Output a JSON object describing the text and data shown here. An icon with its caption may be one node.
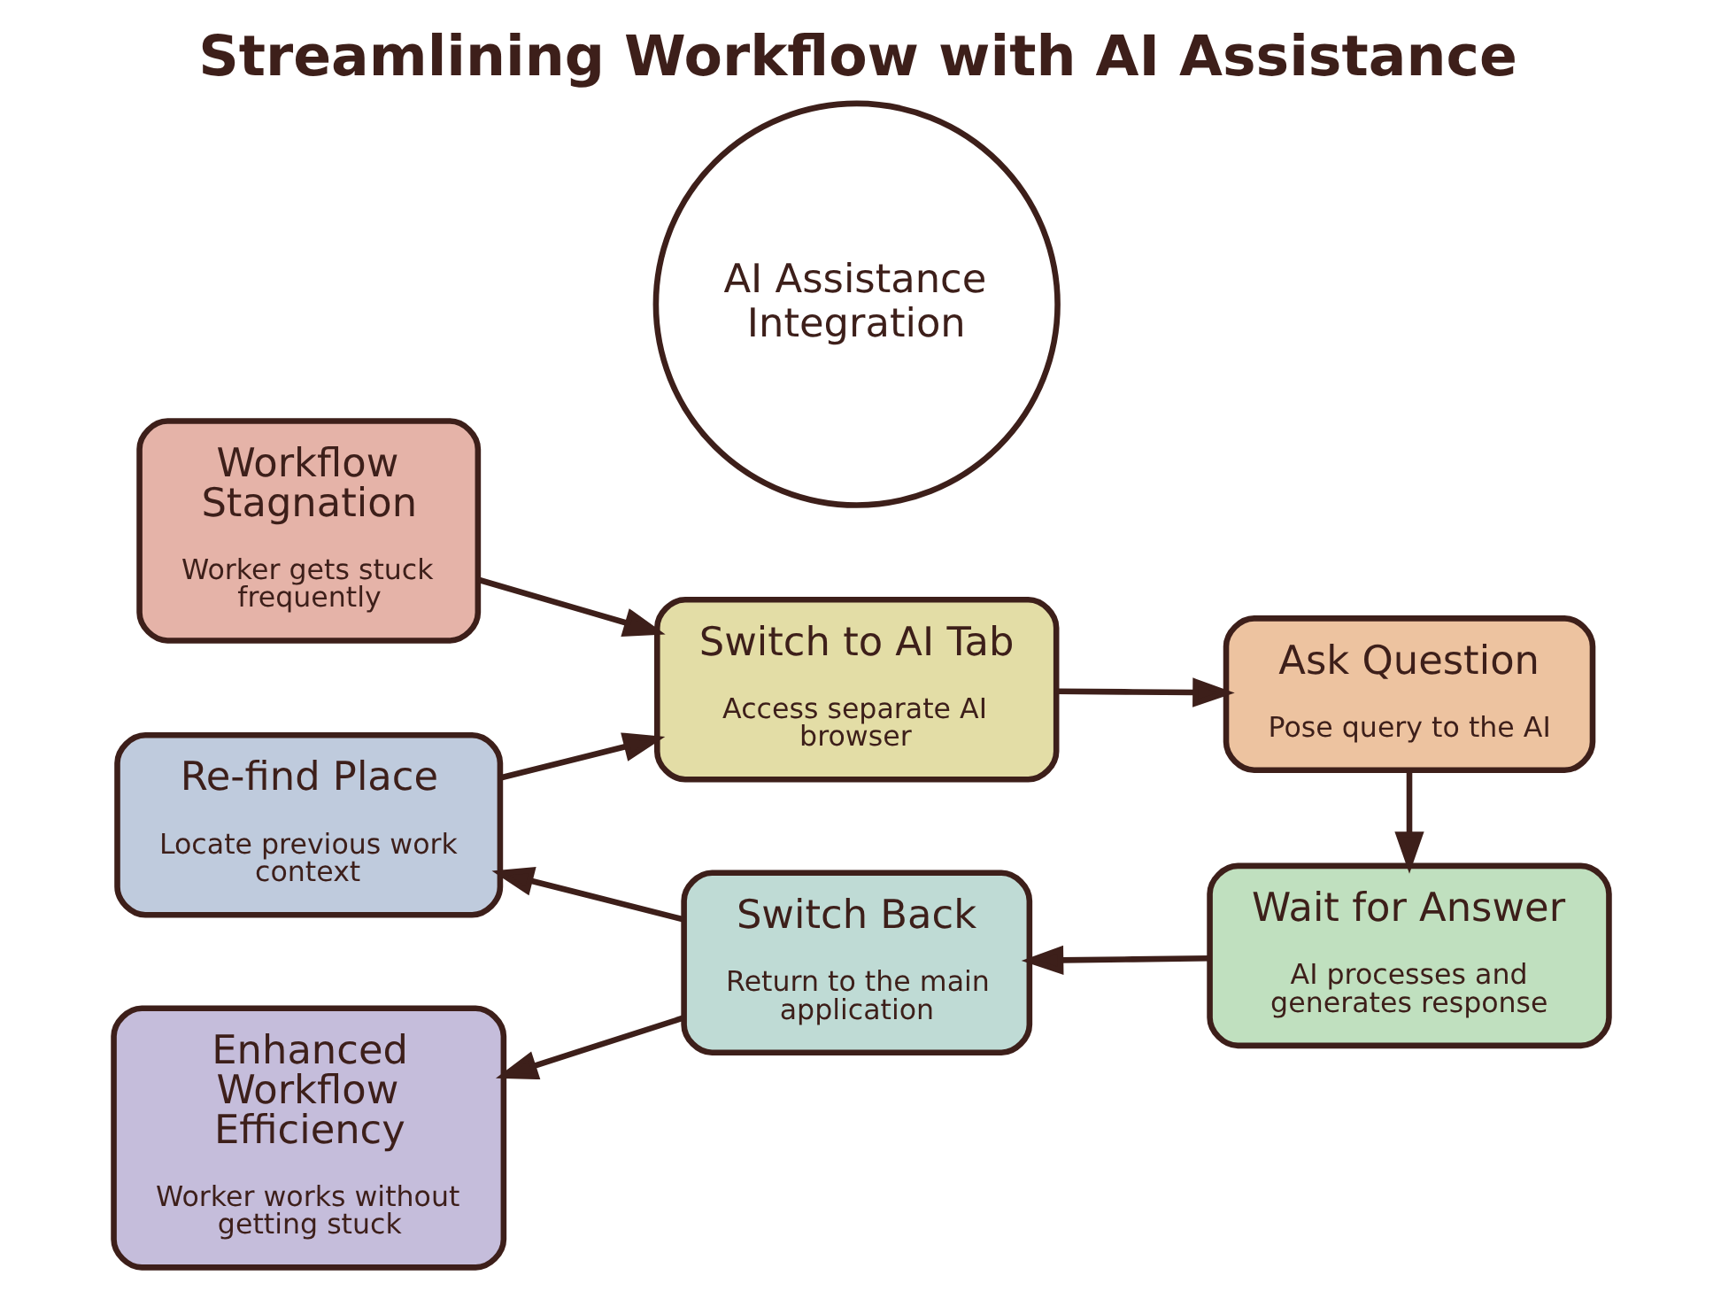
{
  "diagram": {
    "title": "Streamlining Workflow with AI Assistance",
    "nodes": [
      {
        "text": [
          "Workflow Stagnation",
          "Worker gets stuck frequently"
        ]
      },
      {
        "text": [
          "Switch to AI Tab",
          "Access separate AI browser"
        ]
      },
      {
        "text": [
          "Ask Question",
          "Pose query to the AI"
        ]
      },
      {
        "text": [
          "Wait for Answer",
          "AI processes and generates response"
        ]
      },
      {
        "text": [
          "Switch Back",
          "Return to the main application"
        ]
      },
      {
        "text": [
          "Re-find Place",
          "Locate previous work context"
        ]
      },
      {
        "text": [
          "Enhanced Workflow Efficiency",
          "Worker works without getting stuck"
        ]
      },
      {
        "text": [
          "AI Assistance Integration"
        ]
      }
    ],
    "edges": [
      {
        "from": 0,
        "to": 1,
        "arrow": "to"
      },
      {
        "from": 1,
        "to": 2,
        "arrow": "to"
      },
      {
        "from": 2,
        "to": 3,
        "arrow": "to"
      },
      {
        "from": 3,
        "to": 4,
        "arrow": "to"
      },
      {
        "from": 4,
        "to": 5,
        "arrow": "to"
      },
      {
        "from": 5,
        "to": 1,
        "arrow": "to"
      },
      {
        "from": 4,
        "to": 6,
        "arrow": "to"
      }
    ]
  }
}
